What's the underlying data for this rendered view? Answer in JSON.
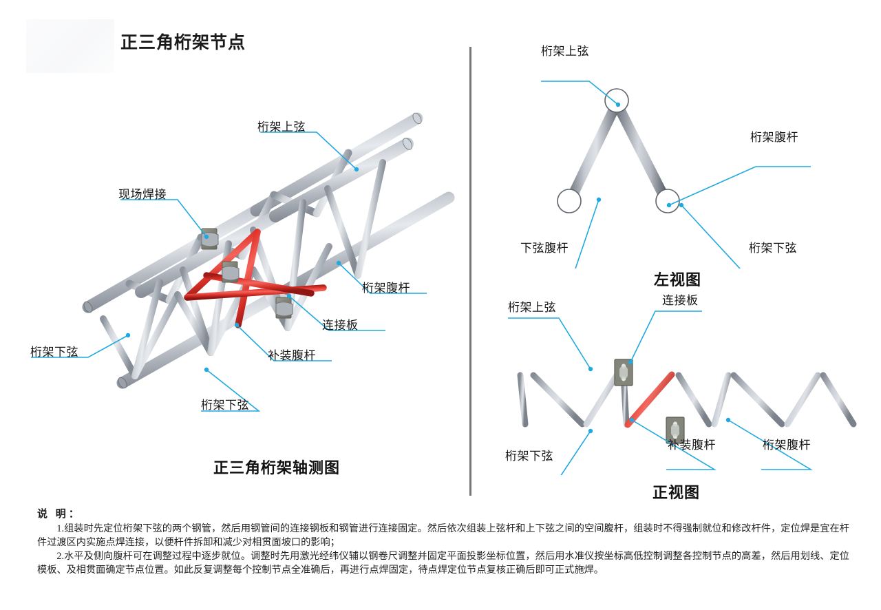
{
  "document": {
    "title": "正三角桁架节点"
  },
  "views": {
    "isometric": {
      "caption": "正三角桁架轴测图",
      "labels": [
        {
          "id": "upper-chord",
          "text": "桁架上弦"
        },
        {
          "id": "field-weld",
          "text": "现场焊接"
        },
        {
          "id": "web-member",
          "text": "桁架腹杆"
        },
        {
          "id": "gusset-plate",
          "text": "连接板"
        },
        {
          "id": "retrofit-web",
          "text": "补装腹杆"
        },
        {
          "id": "lower-chord-1",
          "text": "桁架下弦"
        },
        {
          "id": "lower-chord-2",
          "text": "桁架下弦"
        }
      ]
    },
    "left": {
      "caption": "左视图",
      "labels": [
        {
          "id": "upper-chord",
          "text": "桁架上弦"
        },
        {
          "id": "web-member",
          "text": "桁架腹杆"
        },
        {
          "id": "lower-web-member",
          "text": "下弦腹杆"
        },
        {
          "id": "lower-chord",
          "text": "桁架下弦"
        }
      ]
    },
    "front": {
      "caption": "正视图",
      "labels": [
        {
          "id": "upper-chord",
          "text": "桁架上弦"
        },
        {
          "id": "gusset-plate",
          "text": "连接板"
        },
        {
          "id": "lower-chord",
          "text": "桁架下弦"
        },
        {
          "id": "retrofit-web",
          "text": "补装腹杆"
        },
        {
          "id": "web-member",
          "text": "桁架腹杆"
        }
      ]
    }
  },
  "notes": {
    "heading": "说 明：",
    "items": [
      "1.组装时先定位桁架下弦的两个钢管，然后用钢管间的连接钢板和钢管进行连接固定。然后依次组装上弦杆和上下弦之间的空间腹杆，组装时不得强制就位和修改杆件，定位焊是宜在杆件过渡区内实施点焊连接，以便杆件拆卸和减少对相贯面坡口的影响；",
      "2.水平及侧向腹杆可在调整过程中逐步就位。调整时先用激光经纬仪辅以钢卷尺调整并固定平面投影坐标位置，然后用水准仪按坐标高低控制调整各控制节点的高差，然后用划线、定位模板、及相贯面确定节点位置。如此反复调整每个控制节点全准确后，再进行点焊固定，待点焊定位节点复核正确后即可正式施焊。"
    ]
  },
  "colors": {
    "leader": "#1fa9e0",
    "retrofit_member": "#e0342b",
    "steel_tube": "#b9bec6",
    "gusset_plate": "#8b8c7e",
    "divider": "#767676",
    "text": "#151515"
  }
}
